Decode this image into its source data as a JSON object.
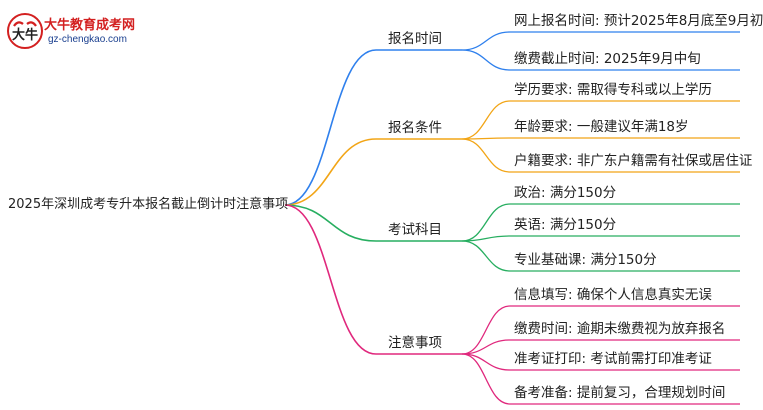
{
  "logo": {
    "title": "大牛教育成考网",
    "url": "gz-chengkao.com"
  },
  "root": "2025年深圳成考专升本报名截止倒计时注意事项",
  "branches": [
    {
      "label": "报名时间",
      "color": "#2f80ed",
      "leaves": [
        "网上报名时间: 预计2025年8月底至9月初",
        "缴费截止时间: 2025年9月中旬"
      ]
    },
    {
      "label": "报名条件",
      "color": "#f2a516",
      "leaves": [
        "学历要求: 需取得专科或以上学历",
        "年龄要求: 一般建议年满18岁",
        "户籍要求: 非广东户籍需有社保或居住证"
      ]
    },
    {
      "label": "考试科目",
      "color": "#27ae60",
      "leaves": [
        "政治: 满分150分",
        "英语: 满分150分",
        "专业基础课: 满分150分"
      ]
    },
    {
      "label": "注意事项",
      "color": "#e0287d",
      "leaves": [
        "信息填写: 确保个人信息真实无误",
        "缴费时间: 逾期未缴费视为放弃报名",
        "准考证打印: 考试前需打印准考证",
        "备考准备: 提前复习，合理规划时间"
      ]
    }
  ]
}
